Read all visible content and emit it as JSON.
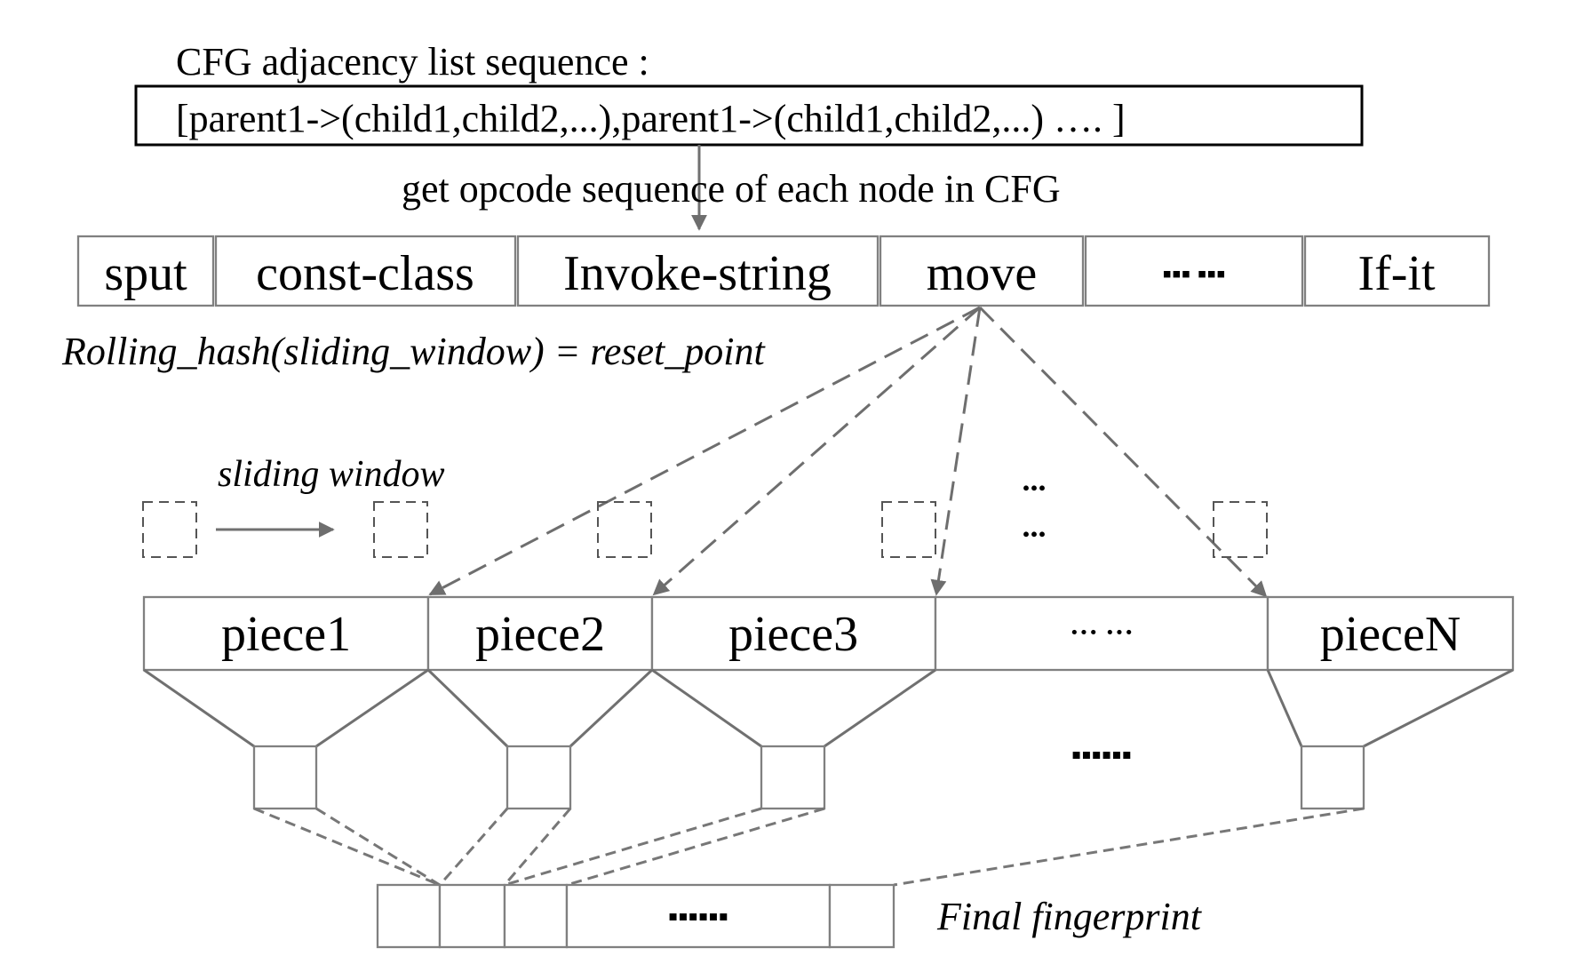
{
  "header": {
    "adjacency_title": "CFG adjacency list sequence :",
    "adjacency_list": "[parent1->(child1,child2,...),parent1->(child1,child2,...) ….  ]",
    "opcode_caption": "get opcode sequence of each node in CFG"
  },
  "opcodes": [
    "sput",
    "const-class",
    "Invoke-string",
    "move",
    "▪▪▪ ▪▪▪",
    "If-it"
  ],
  "rolling_hash_label": "Rolling_hash(sliding_window) = reset_point",
  "sliding_window_label": "sliding window",
  "vertical_ellipsis": [
    "...",
    "..."
  ],
  "pieces": [
    "piece1",
    "piece2",
    "piece3",
    "··· ···",
    "pieceN"
  ],
  "hash_ellipsis": "▪▪▪▪▪▪",
  "fingerprint_ellipsis": "▪▪▪▪▪▪",
  "final_fingerprint_label": "Final fingerprint",
  "colors": {
    "line": "#6e6e6e",
    "box_border": "#808080",
    "text": "#000000"
  }
}
